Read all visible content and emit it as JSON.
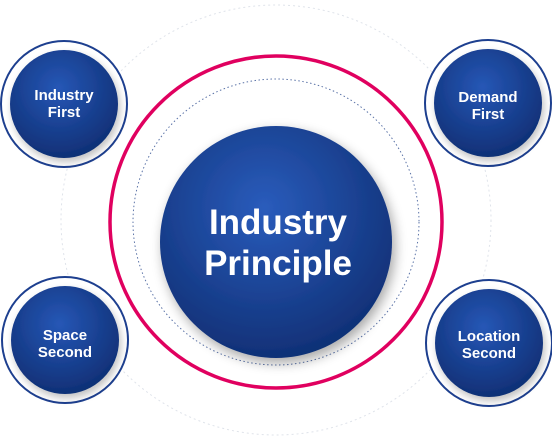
{
  "center": {
    "line1": "Industry",
    "line2": "Principle"
  },
  "nodes": {
    "top_left": {
      "line1": "Industry",
      "line2": "First"
    },
    "top_right": {
      "line1": "Demand",
      "line2": "First"
    },
    "bottom_left": {
      "line1": "Space",
      "line2": "Second"
    },
    "bottom_right": {
      "line1": "Location",
      "line2": "Second"
    }
  },
  "colors": {
    "node_fill_dark": "#0b2a6e",
    "node_fill_light": "#2153b3",
    "ring_accent": "#e0005f",
    "node_border": "#1d3f8f",
    "dotted_ring": "#5c74a8",
    "faint_ring": "#d9dde6"
  }
}
